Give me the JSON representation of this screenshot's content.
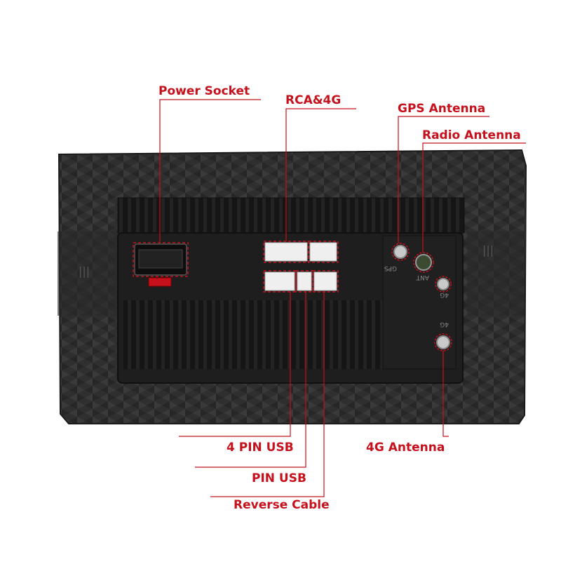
{
  "labels": {
    "power_socket": "Power Socket",
    "rca_4g": "RCA&4G",
    "gps_antenna": "GPS Antenna",
    "radio_antenna": "Radio Antenna",
    "four_pin_usb": "4 PIN USB",
    "pin_usb": "PIN USB",
    "reverse_cable": "Reverse Cable",
    "antenna_4g": "4G Antenna"
  },
  "embossed": {
    "gps": "GPS",
    "ant": "ANT",
    "four_g_upper": "4G",
    "four_g_lower": "4G"
  },
  "colors": {
    "accent": "#c6101c",
    "housing": "#2b2b2b",
    "panel": "#1c1c1c",
    "connector": "#eeeeee"
  }
}
